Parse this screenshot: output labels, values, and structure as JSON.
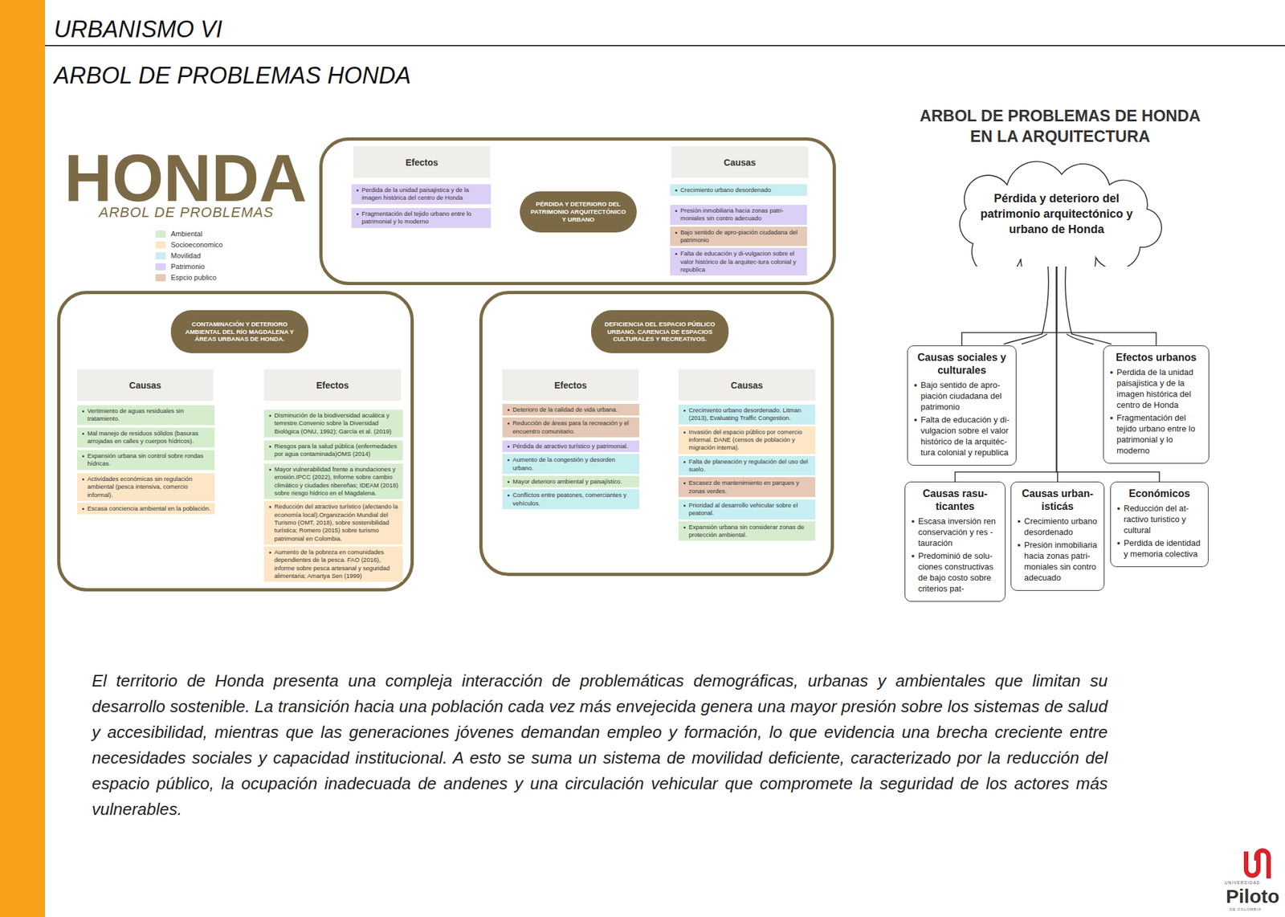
{
  "diagram": {
    "title": "URBANISMO VI",
    "caption": "El territorio de Honda presenta una compleja interacción de problemáticas demográficas, urbanas y ambientales que limitan su desarrollo sostenible. La transición hacia una población cada vez más envejecida genera una mayor presión sobre los sistemas de salud y accesibilidad, mientras que las generaciones jóvenes demandan empleo y formación, lo que evidencia una brecha creciente entre necesidades sociales y capacidad institucional. A esto se suma un sistema de movilidad deficiente, caracterizado por la reducción del espacio público, la ocupación inadecuada de andenes y una circulación vehicular que compromete la seguridad de los actores más vulnerables.",
    "nodes": [
      {
        "text": []
      },
      {
        "text": [
          "Efectos"
        ],
        "in": 0
      },
      {
        "text": [
          "Perdida de la unidad paisajistica y de la imagen histórica del centro de Honda"
        ],
        "in": 0
      },
      {
        "text": [
          "Fragmentación del tejido urbano entre lo patrimonial y lo moderno"
        ],
        "in": 0
      },
      {
        "text": [
          "PÉRDIDA Y DETERIORO DEL PATRIMONIO ARQUITECTÓNICO Y URBANO"
        ],
        "in": 0
      },
      {
        "text": [
          "Causas"
        ],
        "in": 0
      },
      {
        "text": [
          "Crecimiento urbano desordenado"
        ],
        "in": 0
      },
      {
        "text": [
          "Presión inmobiliaria hacia zonas patri-moniales sin contro adecuado"
        ],
        "in": 0
      },
      {
        "text": [
          "Bajo sentido de apro-piación ciudadana del patrimonio"
        ],
        "in": 0
      },
      {
        "text": [
          "Falta de educación y di-vulgacion sobre el valor histórico de la arquitec-tura colonial y republica"
        ],
        "in": 0
      },
      {
        "text": []
      },
      {
        "text": [
          "CONTAMINACIÓN Y DETERIORO AMBIENTAL DEL RÍO MAGDALENA Y ÁREAS URBANAS DE HONDA."
        ],
        "in": 10
      },
      {
        "text": [
          "Causas"
        ],
        "in": 10
      },
      {
        "text": [
          "Vertimiento de aguas residuales sin tratamiento."
        ],
        "in": 10
      },
      {
        "text": [
          "Mal manejo de residuos sólidos (basuras arrojadas en calles y cuerpos hídricos)."
        ],
        "in": 10
      },
      {
        "text": [
          "Expansión urbana sin control sobre rondas hídricas."
        ],
        "in": 10
      },
      {
        "text": [
          "Actividades económicas sin regulación ambiental (pesca intensiva, comercio informal)."
        ],
        "in": 10
      },
      {
        "text": [
          "Escasa conciencia ambiental en la población."
        ],
        "in": 10
      },
      {
        "text": [
          "Efectos"
        ],
        "in": 10
      },
      {
        "text": [
          "Disminución de la biodiversidad acuática y terrestre.Convenio sobre la Diversidad Biológica (ONU, 1992); García et al. (2019)"
        ],
        "in": 10
      },
      {
        "text": [
          "Riesgos para la salud pública (enfermedades por agua contaminada)OMS (2014)"
        ],
        "in": 10
      },
      {
        "text": [
          "Mayor vulnerabilidad frente a inundaciones y erosión.IPCC (2022), Informe sobre cambio climático y ciudades ribereñas; IDEAM (2018) sobre riesgo hídrico en el Magdalena."
        ],
        "in": 10
      },
      {
        "text": [
          "Reducción del atractivo turístico (afectando la economía local).Organización Mundial del Turismo (OMT, 2018), sobre sostenibilidad turística; Romero (2015) sobre turismo patrimonial en Colombia."
        ],
        "in": 10
      },
      {
        "text": [
          "Aumento de la pobreza en comunidades dependientes de la pesca. FAO (2016), informe sobre pesca artesanal y seguridad alimentaria; Amartya Sen (1999)"
        ],
        "in": 10
      },
      {
        "text": []
      },
      {
        "text": [
          "DEFICIENCIA DEL ESPACIO PÚBLICO URBANO. CARENCIA DE ESPACIOS CULTURALES Y RECREATIVOS."
        ],
        "in": 24
      },
      {
        "text": [
          "Efectos"
        ],
        "in": 24
      },
      {
        "text": [
          "Deterioro de la calidad de vida urbana."
        ],
        "in": 24
      },
      {
        "text": [
          "Reducción de áreas para la recreación y el encuentro comunitario."
        ],
        "in": 24
      },
      {
        "text": [
          "Pérdida de atractivo turístico y patrimonial."
        ],
        "in": 24
      },
      {
        "text": [
          "Aumento de la congestión y desorden urbano."
        ],
        "in": 24
      },
      {
        "text": [
          "Mayor deterioro ambiental y paisajístico."
        ],
        "in": 24
      },
      {
        "text": [
          "Conflictos entre peatones, comerciantes y vehículos."
        ],
        "in": 24
      },
      {
        "text": [
          "Causas"
        ],
        "in": 24
      },
      {
        "text": [
          "Crecimiento urbano desordenado. Litman (2013), Evaluating Traffic Congestion."
        ],
        "in": 24
      },
      {
        "text": [
          "Invasión del espacio público por comercio informal. DANE (censos de población y migración interna)."
        ],
        "in": 24
      },
      {
        "text": [
          "Falta de planeación y regulación del uso del suelo."
        ],
        "in": 24
      },
      {
        "text": [
          "Escasez de mantenimiento en parques y zonas verdes."
        ],
        "in": 24
      },
      {
        "text": [
          "Prioridad al desarrollo vehicular sobre el peatonal."
        ],
        "in": 24
      },
      {
        "text": [
          "Expansión urbana sin considerar zonas de protección ambiental."
        ],
        "in": 24
      },
      {
        "text": [
          "Pérdida y deterioro del patrimonio arquitectónico y urbano de Honda"
        ]
      },
      {
        "text": [
          "Causas sociales y culturales",
          "Bajo sentido de apro- piación ciudadana del patrimonio",
          "Falta de educación y di- vulgacion sobre el valor histórico de la arquitéc- tura colonial y republica"
        ]
      },
      {
        "text": [
          "Efectos urbanos",
          "Perdida de la unidad paisajistica y de la imagen histórica del centro de Honda",
          "Fragmentación del tejido urbano entre lo patrimonial y lo moderno"
        ]
      },
      {
        "text": [
          "Causas rasu- ticantes",
          "Escasa inversión ren conservación y res - tauración",
          "Predominió de solu- ciones constructivas de bajo costo sobre criterios pat-"
        ]
      },
      {
        "text": [
          "Causas urban- isticás",
          "Crecimiento urbano desordenado",
          "Presión inmobiliaria hacia zonas patri- moniales sin contro adecuado"
        ]
      },
      {
        "text": [
          "Económicos",
          "Reducción del at- ractivo turistico y cultural",
          "Perdida de identidad y memoria colectiva"
        ]
      }
    ],
    "edges": [
      {
        "from": 40,
        "to": 41,
        "arrow": "none"
      },
      {
        "from": 40,
        "to": 42,
        "arrow": "none"
      },
      {
        "from": 40,
        "to": 43,
        "arrow": "none"
      },
      {
        "from": 40,
        "to": 44,
        "arrow": "none"
      },
      {
        "from": 40,
        "to": 45,
        "arrow": "none"
      }
    ],
    "labels": [
      "ARBOL DE PROBLEMAS HONDA",
      "HONDA",
      "ARBOL DE PROBLEMAS",
      "ARBOL DE PROBLEMAS DE HONDA EN LA ARQUITECTURA",
      "UNIVERSIDAD",
      "Piloto",
      "DE COLOMBIA"
    ],
    "legend": [
      {
        "text": "Ambiental",
        "color": "#d5edcd"
      },
      {
        "text": "Socioeconomico",
        "color": "#fde6c6"
      },
      {
        "text": "Movilidad",
        "color": "#c7eef1"
      },
      {
        "text": "Patrimonio",
        "color": "#dccff5"
      },
      {
        "text": "Espcio publico",
        "color": "#e5c8b5"
      }
    ]
  }
}
